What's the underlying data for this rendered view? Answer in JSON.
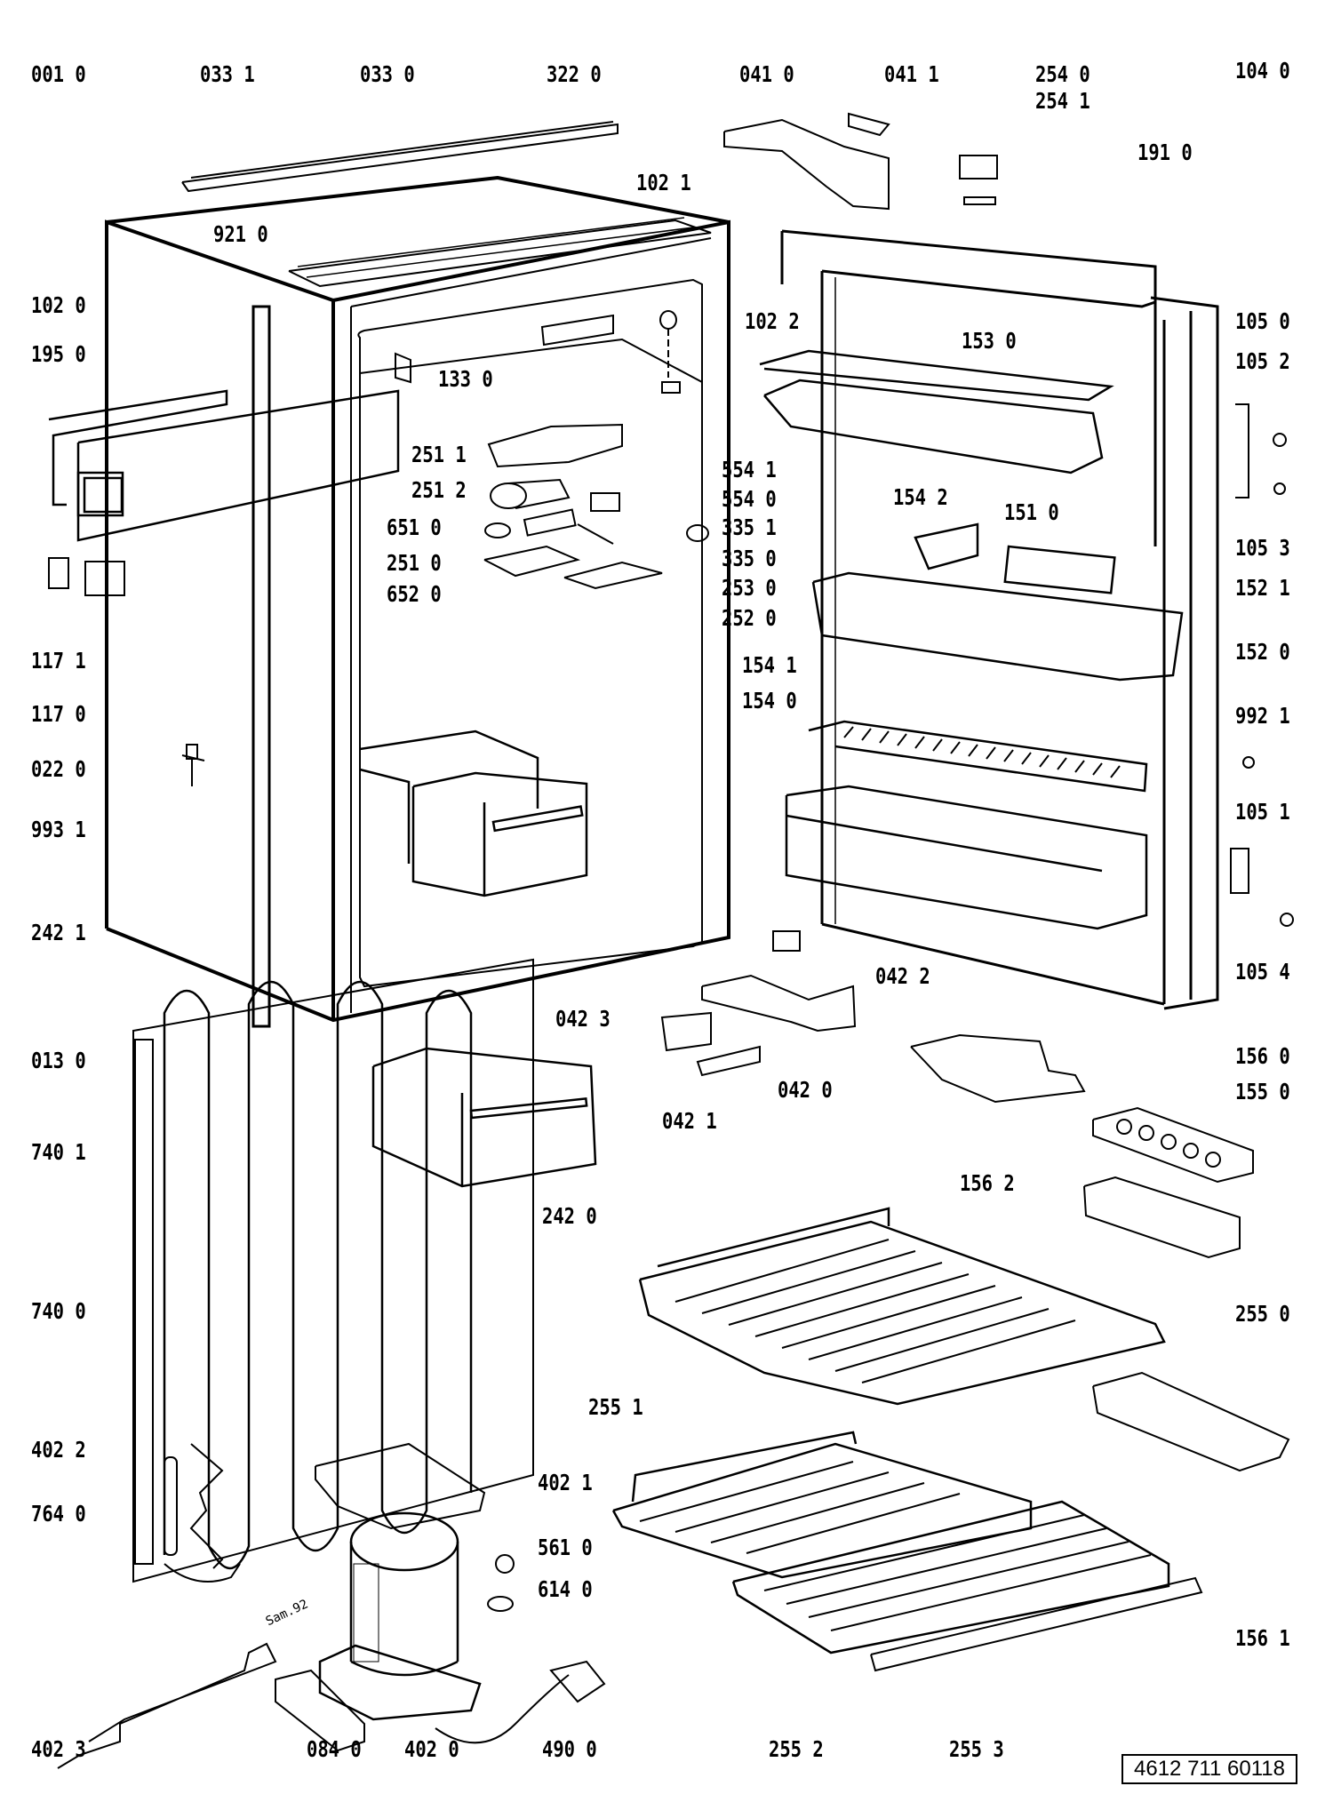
{
  "title": "Exploded parts diagram - built-in refrigerator",
  "reference_number": "4612 711 60118",
  "stamp_text": "Sam.92",
  "labels": {
    "l0010": "001 0",
    "l0331": "033 1",
    "l0330": "033 0",
    "l3220": "322 0",
    "l0410": "041 0",
    "l0411": "041 1",
    "l2540": "254 0",
    "l2541": "254 1",
    "l1040": "104 0",
    "l1910": "191 0",
    "l1021": "102 1",
    "l9210": "921 0",
    "l1020": "102 0",
    "l1950": "195 0",
    "l1330": "133 0",
    "l1022": "102 2",
    "l1530": "153 0",
    "l1050": "105 0",
    "l1052": "105 2",
    "l2511": "251 1",
    "l2512": "251 2",
    "l6510": "651 0",
    "l2510": "251 0",
    "l6520": "652 0",
    "l5541": "554 1",
    "l5540": "554 0",
    "l3351": "335 1",
    "l3350": "335 0",
    "l2530": "253 0",
    "l2520": "252 0",
    "l1542": "154 2",
    "l1510": "151 0",
    "l1053": "105 3",
    "l1521": "152 1",
    "l1520": "152 0",
    "l1541": "154 1",
    "l1540": "154 0",
    "l9921": "992 1",
    "l1051": "105 1",
    "l1054": "105 4",
    "l1171": "117 1",
    "l1170": "117 0",
    "l0220": "022 0",
    "l9931": "993 1",
    "l2421": "242 1",
    "l0130": "013 0",
    "l0422": "042 2",
    "l0423": "042 3",
    "l0420": "042 0",
    "l0421": "042 1",
    "l1560": "156 0",
    "l1550": "155 0",
    "l1562": "156 2",
    "l2420": "242 0",
    "l7401": "740 1",
    "l7400": "740 0",
    "l2550": "255 0",
    "l2551": "255 1",
    "l4022": "402 2",
    "l4021": "402 1",
    "l7640": "764 0",
    "l5610": "561 0",
    "l6140": "614 0",
    "l1561": "156 1",
    "l4023": "402 3",
    "l0840": "084 0",
    "l4020": "402 0",
    "l4900": "490 0",
    "l2552": "255 2",
    "l2553": "255 3"
  }
}
